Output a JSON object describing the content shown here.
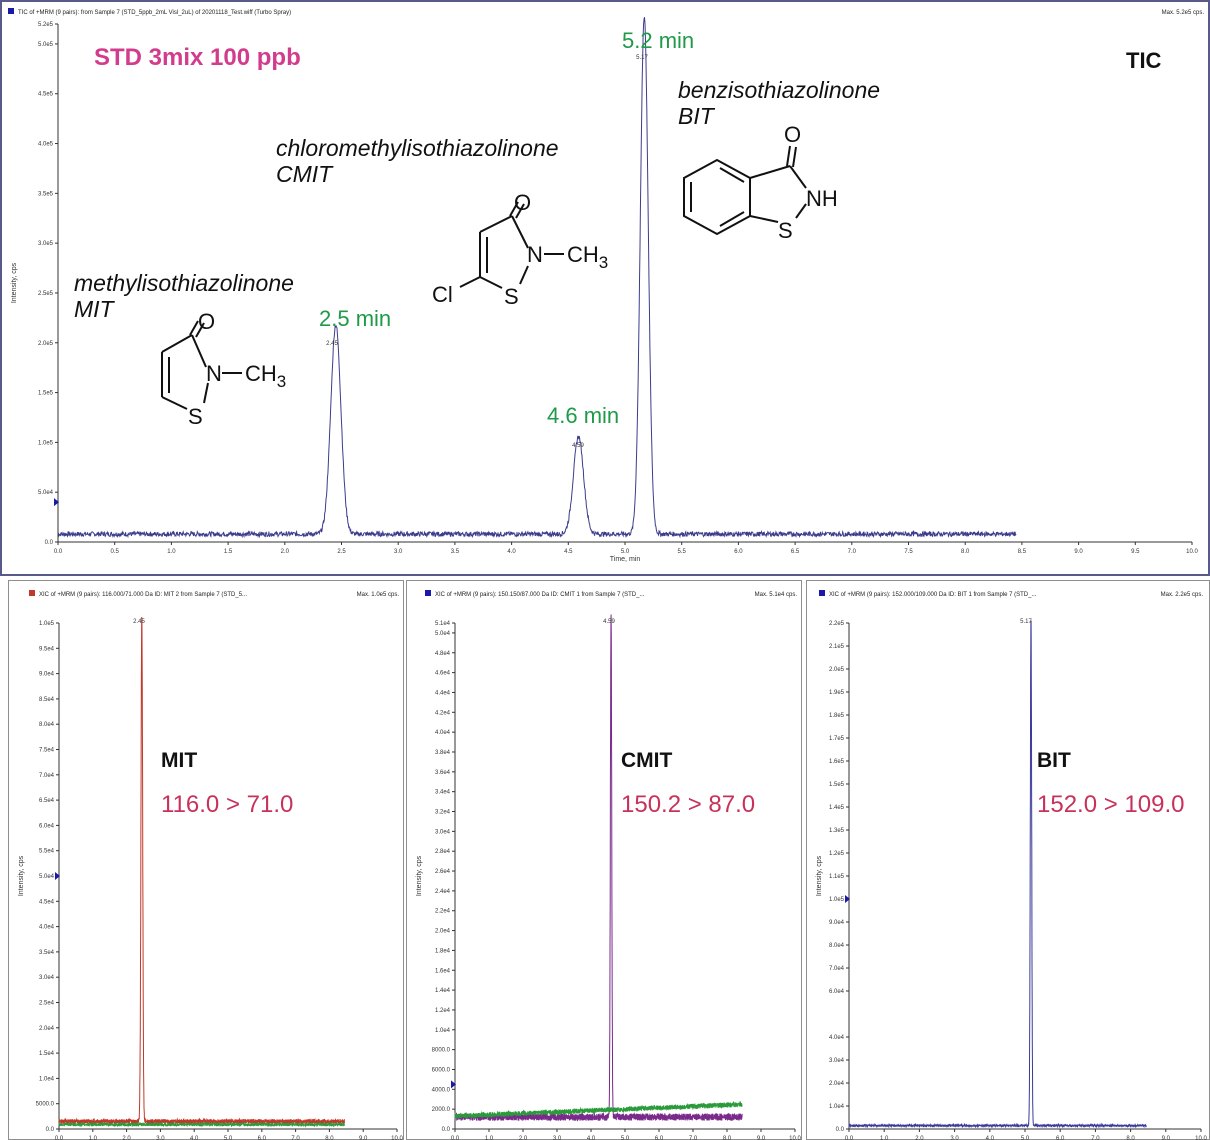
{
  "colors": {
    "frame": "#5a5a8a",
    "tic_trace": "#3c3c8c",
    "mit_trace": "#c0392b",
    "cmit_trace": "#7a2a8a",
    "bit_trace": "#3a3a9a",
    "noise_green": "#2a9a3a",
    "retention_text": "#1f9a48",
    "title_pink": "#d23c8c",
    "transition_red": "#c8325a"
  },
  "tic": {
    "header": "TIC of +MRM (9 pairs): from Sample 7 (STD_5ppb_2mL Visl_2uL) of 20201118_Test.wiff (Turbo Spray)",
    "max_label": "Max. 5.2e5 cps.",
    "std_label": "STD 3mix 100 ppb",
    "tic_label": "TIC",
    "compounds": [
      {
        "name": "methylisothiazolinone",
        "abbr": "MIT",
        "rt_label": "2.5 min",
        "apex_label": "2.45"
      },
      {
        "name": "chloromethylisothiazolinone",
        "abbr": "CMIT",
        "rt_label": "4.6 min",
        "apex_label": "4.59"
      },
      {
        "name": "benzisothiazolinone",
        "abbr": "BIT",
        "rt_label": "5.2 min",
        "apex_label": "5.17"
      }
    ],
    "structures": {
      "mit": {
        "o": "O",
        "n": "N",
        "s": "S",
        "ch3": "CH",
        "sub3": "3"
      },
      "cmit": {
        "o": "O",
        "n": "N",
        "s": "S",
        "cl": "Cl",
        "ch3": "CH",
        "sub3": "3"
      },
      "bit": {
        "o": "O",
        "nh": "NH",
        "s": "S"
      }
    }
  },
  "xics": {
    "mit": {
      "header": "XIC of +MRM (9 pairs): 116.000/71.000 Da ID: MIT 2 from Sample 7 (STD_5...",
      "max_label": "Max. 1.0e5 cps.",
      "label": "MIT",
      "transition": "116.0 > 71.0",
      "apex_label": "2.45"
    },
    "cmit": {
      "header": "XIC of +MRM (9 pairs): 150.150/87.000 Da ID: CMIT 1 from Sample 7 (STD_...",
      "max_label": "Max. 5.1e4 cps.",
      "label": "CMIT",
      "transition": "150.2 > 87.0",
      "apex_label": "4.59"
    },
    "bit": {
      "header": "XIC of +MRM (9 pairs): 152.000/109.000 Da ID: BIT 1 from Sample 7 (STD_...",
      "max_label": "Max. 2.2e5 cps.",
      "label": "BIT",
      "transition": "152.0 > 109.0",
      "apex_label": "5.17"
    }
  },
  "chart_data": [
    {
      "id": "tic",
      "type": "line",
      "xlabel": "Time, min",
      "ylabel": "Intensity, cps",
      "xlim": [
        0,
        10
      ],
      "ylim": [
        0,
        520000
      ],
      "xticks": [
        "0.0",
        "0.5",
        "1.0",
        "1.5",
        "2.0",
        "2.5",
        "3.0",
        "3.5",
        "4.0",
        "4.5",
        "5.0",
        "5.5",
        "6.0",
        "6.5",
        "7.0",
        "7.5",
        "8.0",
        "8.5",
        "9.0",
        "9.5",
        "10.0"
      ],
      "yticks": [
        {
          "v": 0,
          "t": "0.0"
        },
        {
          "v": 50000,
          "t": "5.0e4"
        },
        {
          "v": 100000,
          "t": "1.0e5"
        },
        {
          "v": 150000,
          "t": "1.5e5"
        },
        {
          "v": 200000,
          "t": "2.0e5"
        },
        {
          "v": 250000,
          "t": "2.5e5"
        },
        {
          "v": 300000,
          "t": "3.0e5"
        },
        {
          "v": 350000,
          "t": "3.5e5"
        },
        {
          "v": 400000,
          "t": "4.0e5"
        },
        {
          "v": 450000,
          "t": "4.5e5"
        },
        {
          "v": 500000,
          "t": "5.0e5"
        },
        {
          "v": 520000,
          "t": "5.2e5"
        }
      ],
      "baseline": 8000,
      "trace_end": 8.45,
      "peaks": [
        {
          "rt": 2.45,
          "height": 210000,
          "width": 0.045
        },
        {
          "rt": 4.59,
          "height": 98000,
          "width": 0.045
        },
        {
          "rt": 5.17,
          "height": 520000,
          "width": 0.035
        }
      ]
    },
    {
      "id": "mit",
      "type": "line",
      "xlabel": "Time, min",
      "ylabel": "Intensity, cps",
      "xlim": [
        0,
        10
      ],
      "ylim": [
        0,
        100000
      ],
      "xticks": [
        "0.0",
        "1.0",
        "2.0",
        "3.0",
        "4.0",
        "5.0",
        "6.0",
        "7.0",
        "8.0",
        "9.0",
        "10.0"
      ],
      "yticks": [
        {
          "v": 0,
          "t": "0.0"
        },
        {
          "v": 5000,
          "t": "5000.0"
        },
        {
          "v": 10000,
          "t": "1.0e4"
        },
        {
          "v": 15000,
          "t": "1.5e4"
        },
        {
          "v": 20000,
          "t": "2.0e4"
        },
        {
          "v": 25000,
          "t": "2.5e4"
        },
        {
          "v": 30000,
          "t": "3.0e4"
        },
        {
          "v": 35000,
          "t": "3.5e4"
        },
        {
          "v": 40000,
          "t": "4.0e4"
        },
        {
          "v": 45000,
          "t": "4.5e4"
        },
        {
          "v": 50000,
          "t": "5.0e4"
        },
        {
          "v": 55000,
          "t": "5.5e4"
        },
        {
          "v": 60000,
          "t": "6.0e4"
        },
        {
          "v": 65000,
          "t": "6.5e4"
        },
        {
          "v": 70000,
          "t": "7.0e4"
        },
        {
          "v": 75000,
          "t": "7.5e4"
        },
        {
          "v": 80000,
          "t": "8.0e4"
        },
        {
          "v": 85000,
          "t": "8.5e4"
        },
        {
          "v": 90000,
          "t": "9.0e4"
        },
        {
          "v": 95000,
          "t": "9.5e4"
        },
        {
          "v": 100000,
          "t": "1.0e5"
        }
      ],
      "baseline": 1500,
      "trace_end": 8.45,
      "peaks": [
        {
          "rt": 2.45,
          "height": 100000,
          "width": 0.025
        }
      ]
    },
    {
      "id": "cmit",
      "type": "line",
      "xlabel": "Time, min",
      "ylabel": "Intensity, cps",
      "xlim": [
        0,
        10
      ],
      "ylim": [
        0,
        51000
      ],
      "xticks": [
        "0.0",
        "1.0",
        "2.0",
        "3.0",
        "4.0",
        "5.0",
        "6.0",
        "7.0",
        "8.0",
        "9.0",
        "10.0"
      ],
      "yticks": [
        {
          "v": 0,
          "t": "0.0"
        },
        {
          "v": 2000,
          "t": "2000.0"
        },
        {
          "v": 4000,
          "t": "4000.0"
        },
        {
          "v": 6000,
          "t": "6000.0"
        },
        {
          "v": 8000,
          "t": "8000.0"
        },
        {
          "v": 10000,
          "t": "1.0e4"
        },
        {
          "v": 12000,
          "t": "1.2e4"
        },
        {
          "v": 14000,
          "t": "1.4e4"
        },
        {
          "v": 16000,
          "t": "1.6e4"
        },
        {
          "v": 18000,
          "t": "1.8e4"
        },
        {
          "v": 20000,
          "t": "2.0e4"
        },
        {
          "v": 22000,
          "t": "2.2e4"
        },
        {
          "v": 24000,
          "t": "2.4e4"
        },
        {
          "v": 26000,
          "t": "2.6e4"
        },
        {
          "v": 28000,
          "t": "2.8e4"
        },
        {
          "v": 30000,
          "t": "3.0e4"
        },
        {
          "v": 32000,
          "t": "3.2e4"
        },
        {
          "v": 34000,
          "t": "3.4e4"
        },
        {
          "v": 36000,
          "t": "3.6e4"
        },
        {
          "v": 38000,
          "t": "3.8e4"
        },
        {
          "v": 40000,
          "t": "4.0e4"
        },
        {
          "v": 42000,
          "t": "4.2e4"
        },
        {
          "v": 44000,
          "t": "4.4e4"
        },
        {
          "v": 46000,
          "t": "4.6e4"
        },
        {
          "v": 48000,
          "t": "4.8e4"
        },
        {
          "v": 50000,
          "t": "5.0e4"
        },
        {
          "v": 51000,
          "t": "5.1e4"
        }
      ],
      "baseline": 1200,
      "trace_end": 8.45,
      "peaks": [
        {
          "rt": 4.59,
          "height": 51000,
          "width": 0.02
        }
      ]
    },
    {
      "id": "bit",
      "type": "line",
      "xlabel": "Time, min",
      "ylabel": "Intensity, cps",
      "xlim": [
        0,
        10
      ],
      "ylim": [
        0,
        220000
      ],
      "xticks": [
        "0.0",
        "1.0",
        "2.0",
        "3.0",
        "4.0",
        "5.0",
        "6.0",
        "7.0",
        "8.0",
        "9.0",
        "10.0"
      ],
      "yticks": [
        {
          "v": 0,
          "t": "0.0"
        },
        {
          "v": 10000,
          "t": "1.0e4"
        },
        {
          "v": 20000,
          "t": "2.0e4"
        },
        {
          "v": 30000,
          "t": "3.0e4"
        },
        {
          "v": 40000,
          "t": "4.0e4"
        },
        {
          "v": 60000,
          "t": "6.0e4"
        },
        {
          "v": 70000,
          "t": "7.0e4"
        },
        {
          "v": 80000,
          "t": "8.0e4"
        },
        {
          "v": 90000,
          "t": "9.0e4"
        },
        {
          "v": 100000,
          "t": "1.0e5"
        },
        {
          "v": 110000,
          "t": "1.1e5"
        },
        {
          "v": 120000,
          "t": "1.2e5"
        },
        {
          "v": 130000,
          "t": "1.3e5"
        },
        {
          "v": 140000,
          "t": "1.4e5"
        },
        {
          "v": 150000,
          "t": "1.5e5"
        },
        {
          "v": 160000,
          "t": "1.6e5"
        },
        {
          "v": 170000,
          "t": "1.7e5"
        },
        {
          "v": 180000,
          "t": "1.8e5"
        },
        {
          "v": 190000,
          "t": "1.9e5"
        },
        {
          "v": 200000,
          "t": "2.0e5"
        },
        {
          "v": 210000,
          "t": "2.1e5"
        },
        {
          "v": 220000,
          "t": "2.2e5"
        }
      ],
      "baseline": 1500,
      "trace_end": 8.45,
      "peaks": [
        {
          "rt": 5.17,
          "height": 220000,
          "width": 0.02
        }
      ]
    }
  ]
}
